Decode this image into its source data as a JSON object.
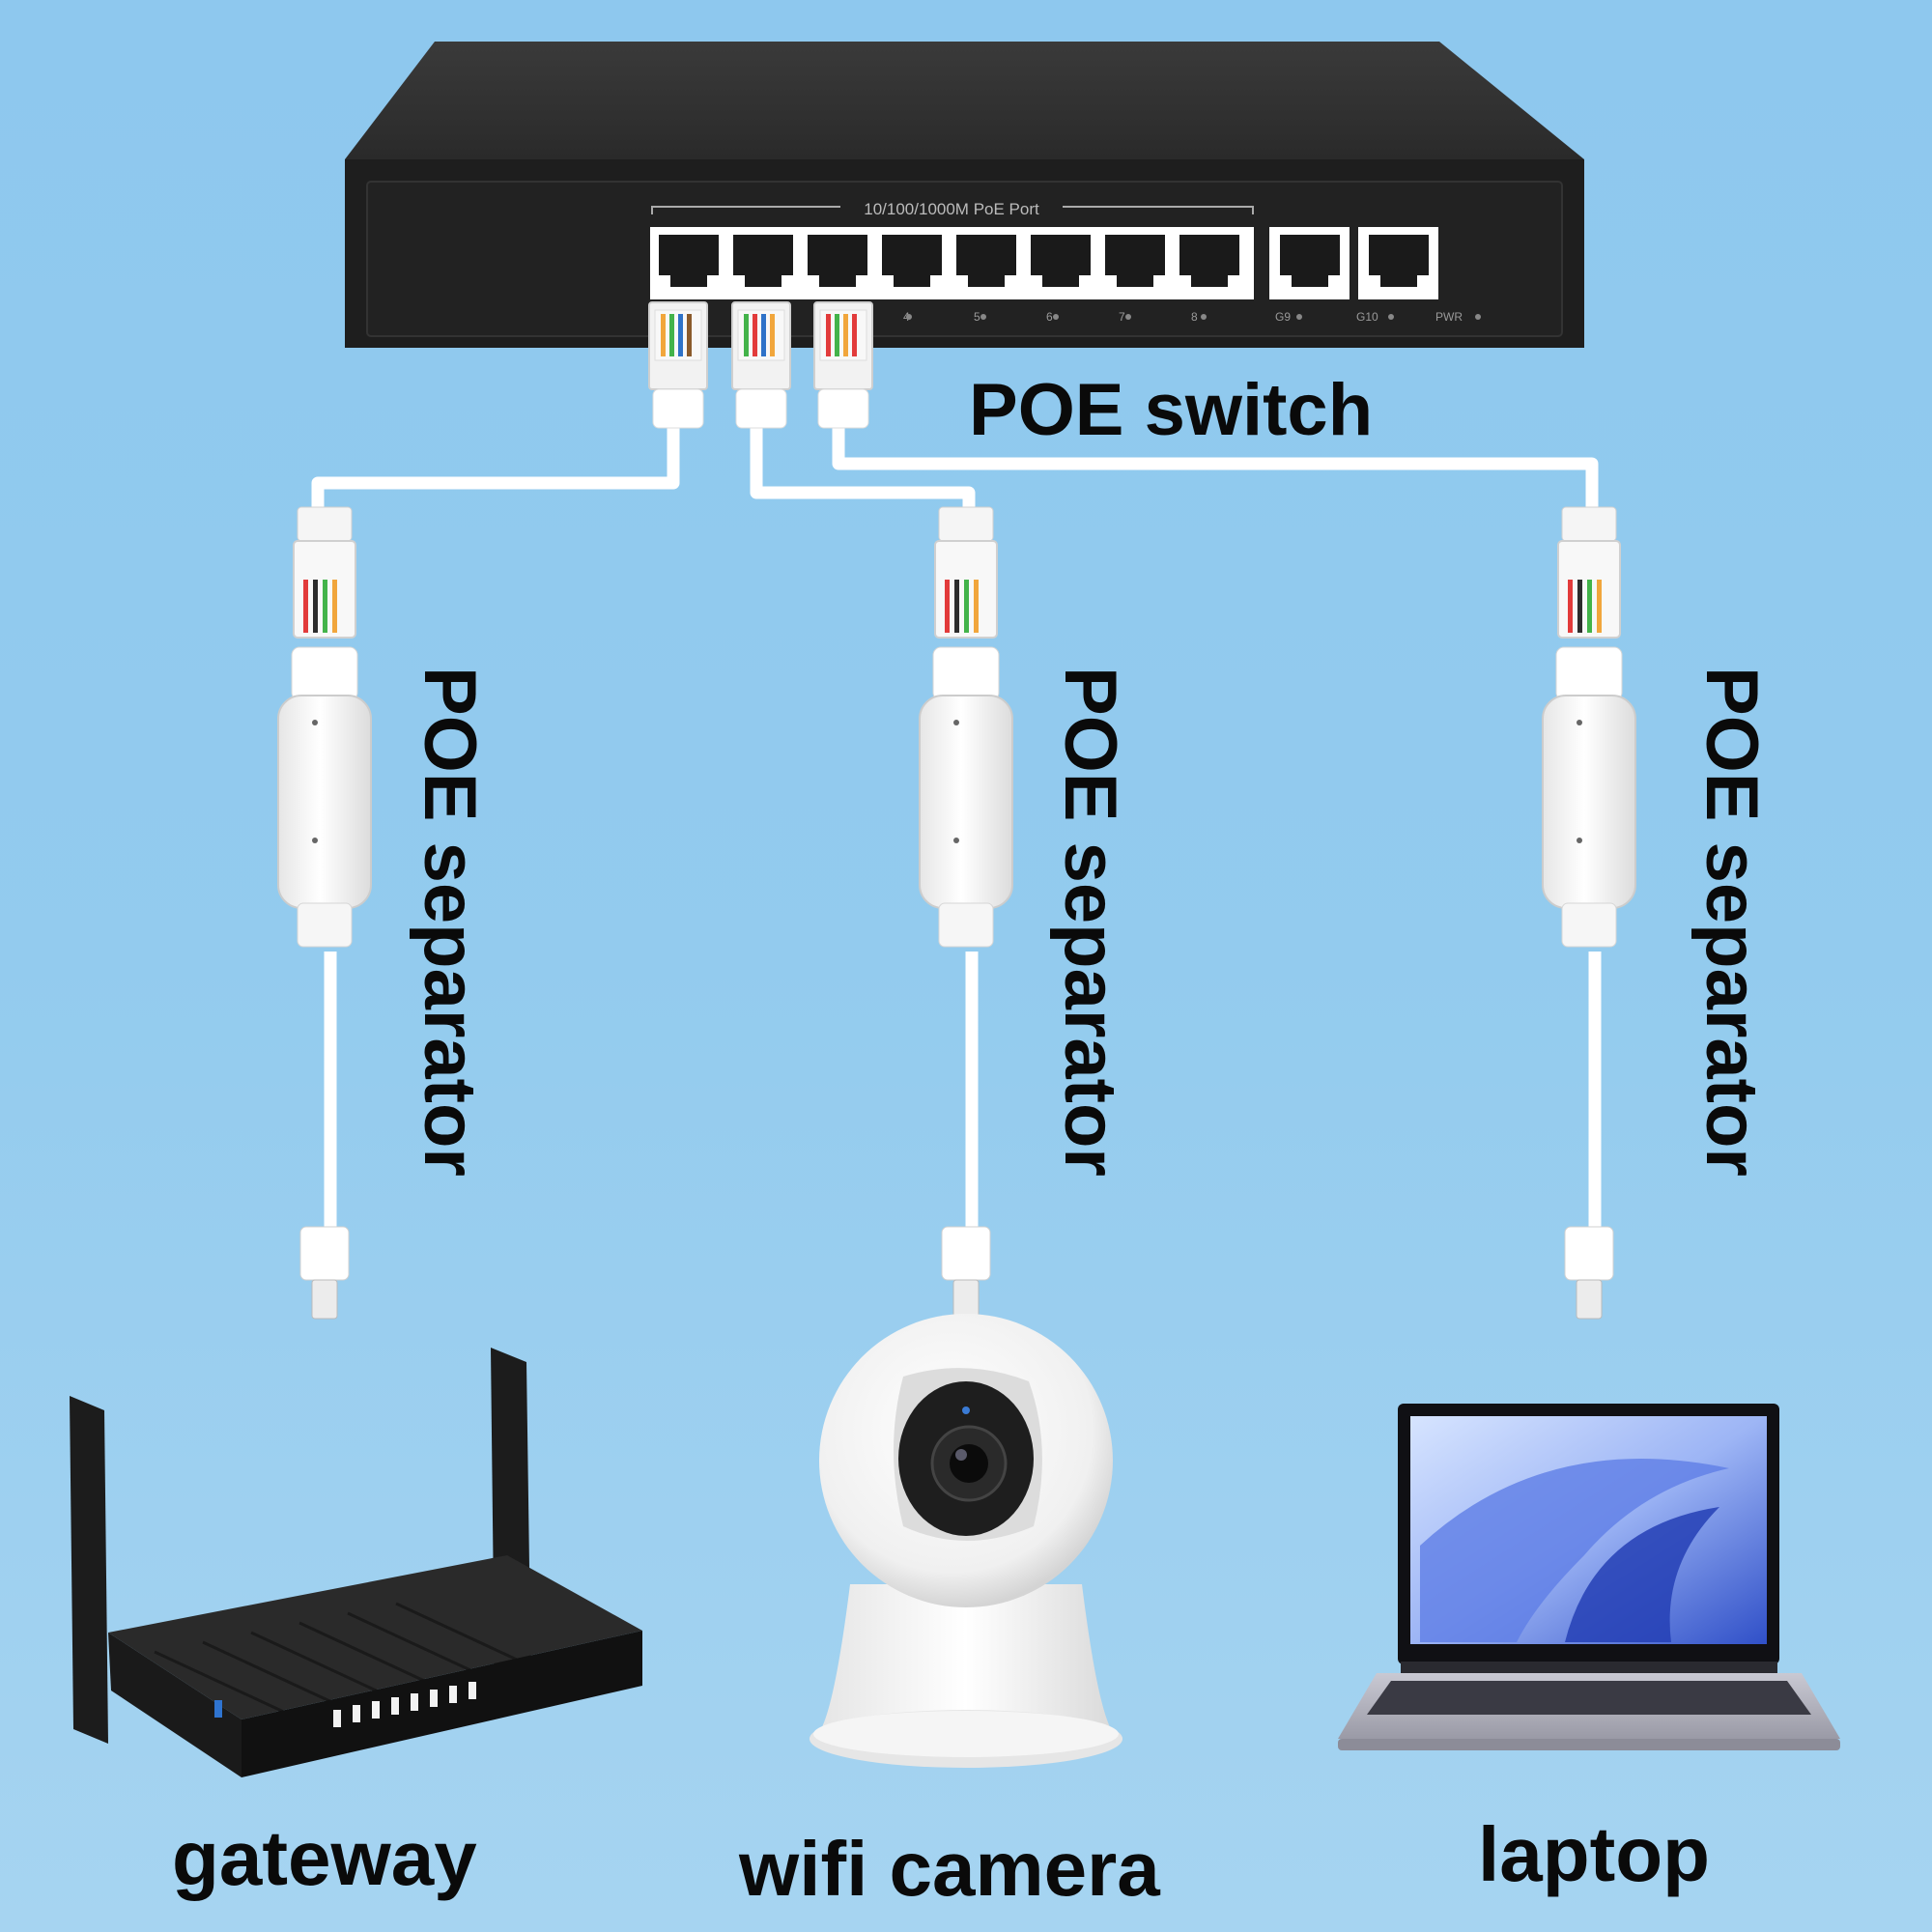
{
  "switch": {
    "port_header": "10/100/1000M PoE Port",
    "port_numbers": [
      "4",
      "5",
      "6",
      "7",
      "8"
    ],
    "uplink_labels": [
      "G9",
      "G10"
    ],
    "power_label": "PWR"
  },
  "labels": {
    "poe_switch": "POE switch",
    "separators": [
      "POE separator",
      "POE separator",
      "POE separator"
    ],
    "gateway": "gateway",
    "wifi_camera": "wifi camera",
    "laptop": "laptop"
  },
  "colors": {
    "background": "#8ec8ee",
    "switch_body": "#2b2b2b",
    "cable": "#ffffff",
    "label_text": "#0a0a0a"
  }
}
